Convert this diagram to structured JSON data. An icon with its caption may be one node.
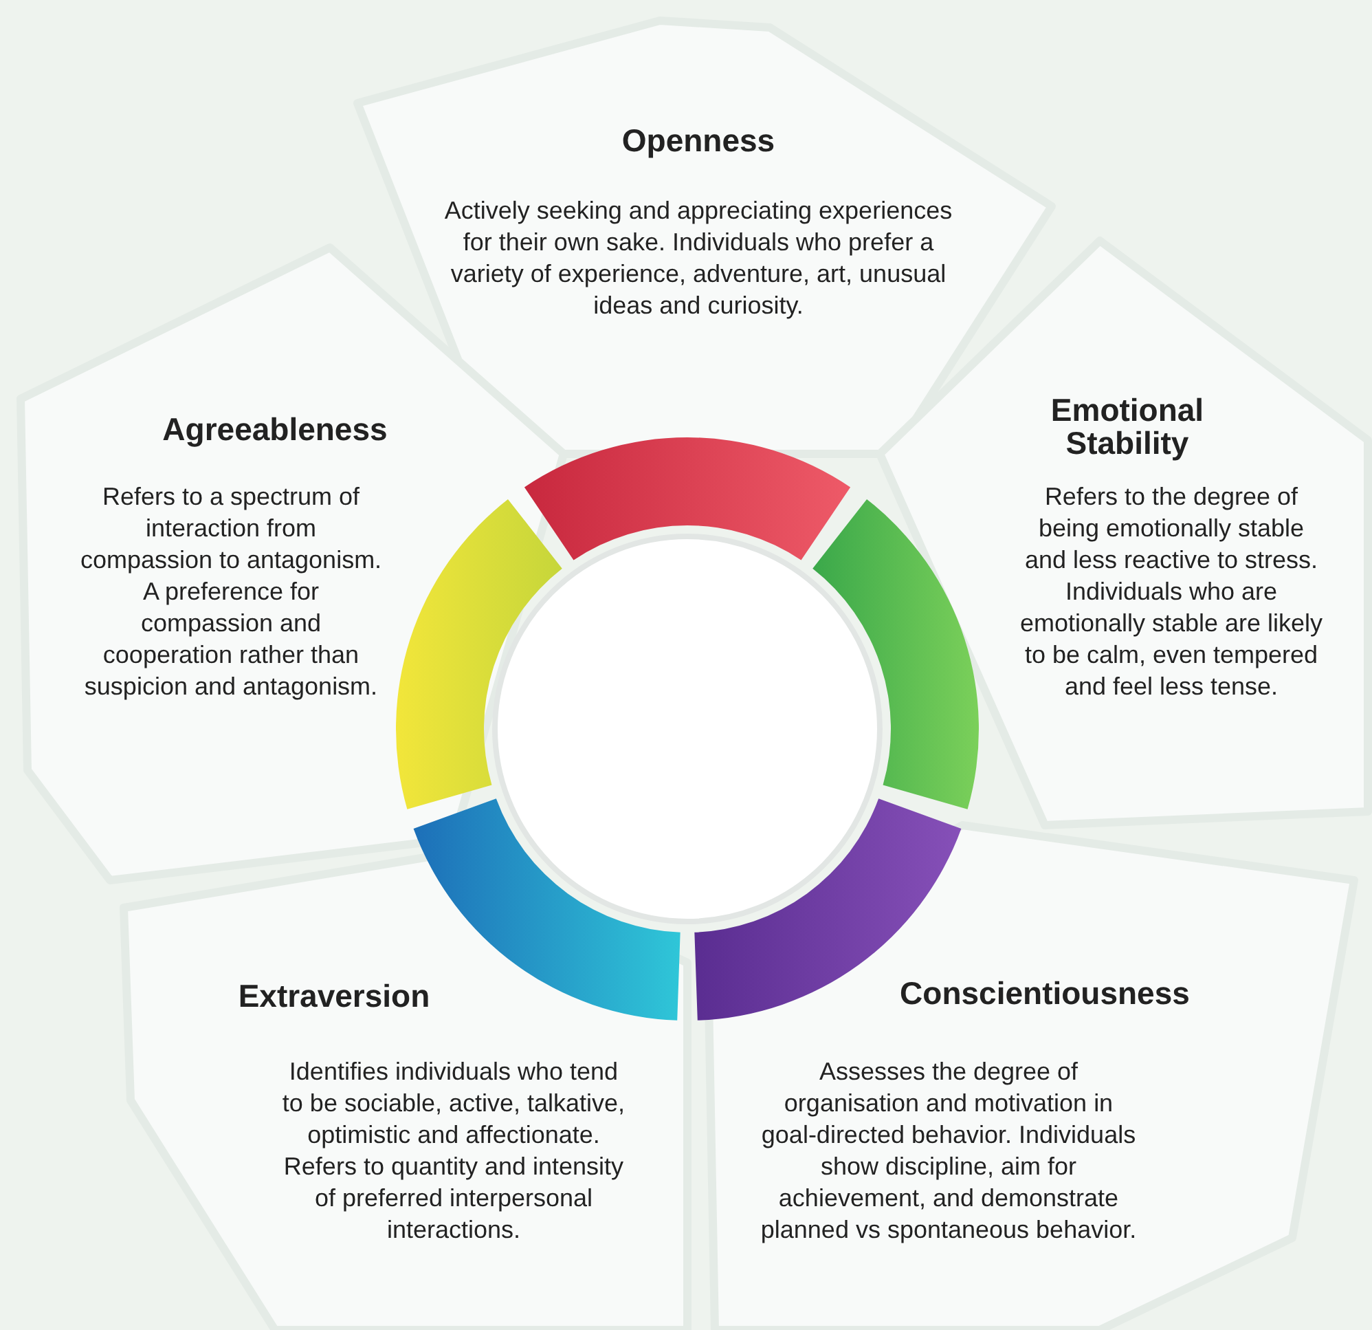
{
  "diagram": {
    "nodes": [
      {
        "text": [
          "Openness",
          "Actively seeking and appreciating experiences for their own sake. Individuals who prefer a variety of experience, adventure, art, unusual ideas and curiosity."
        ]
      },
      {
        "text": [
          "Agreeableness",
          "Refers to a spectrum of interaction from compassion to antagonism. A preference for compassion and cooperation rather than suspicion and antagonism."
        ]
      },
      {
        "text": [
          "Emotional Stability",
          "Refers to the degree of being emotionally stable and less reactive to stress. Individuals who are emotionally stable are likely to be calm, even tempered and feel less tense."
        ]
      },
      {
        "text": [
          "Extraversion",
          "Identifies individuals who tend to be sociable, active, talkative, optimistic and affectionate. Refers to quantity and intensity of preferred interpersonal interactions."
        ]
      },
      {
        "text": [
          "Conscientiousness",
          "Assesses the degree of organisation and motivation in goal-directed behavior. Individuals show discipline, aim for achievement, and demonstrate planned vs spontaneous behavior."
        ]
      }
    ],
    "edges": []
  }
}
